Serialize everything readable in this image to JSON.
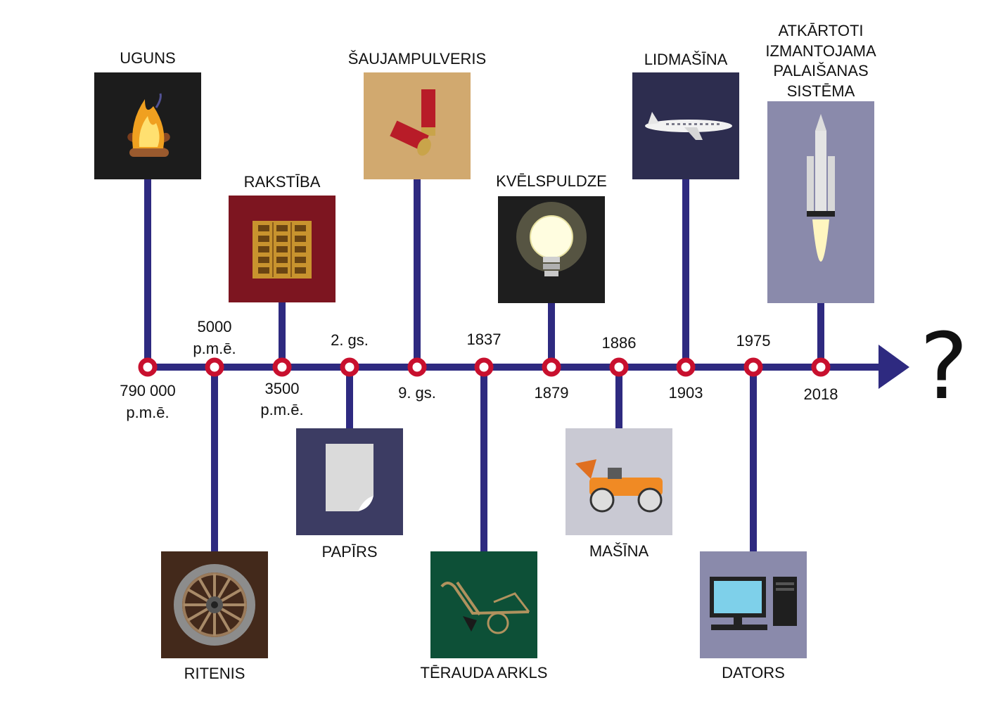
{
  "colors": {
    "line": "#2e2a80",
    "node_ring": "#c8102e",
    "node_fill": "#ffffff",
    "text": "#111111"
  },
  "end_symbol": "?",
  "events": [
    {
      "id": "fire",
      "date": "790 000 p.m.ē.",
      "title": "UGUNS",
      "icon": "campfire-icon",
      "bg": "#1c1c1c"
    },
    {
      "id": "wheel",
      "date": "5000 p.m.ē.",
      "title": "RITENIS",
      "icon": "wooden-wheel-icon",
      "bg": "#43291b"
    },
    {
      "id": "writing",
      "date": "3500 p.m.ē.",
      "title": "RAKSTĪBA",
      "icon": "hieroglyph-tablet-icon",
      "bg": "#7d1520"
    },
    {
      "id": "paper",
      "date": "2. gs.",
      "title": "PAPĪRS",
      "icon": "paper-sheet-icon",
      "bg": "#3c3c63"
    },
    {
      "id": "gunpowder",
      "date": "9. gs.",
      "title": "ŠAUJAMPULVERIS",
      "icon": "shotgun-shell-icon",
      "bg": "#d1a96f"
    },
    {
      "id": "plow",
      "date": "1837",
      "title": "TĒRAUDA ARKLS",
      "icon": "plow-icon",
      "bg": "#0d5037"
    },
    {
      "id": "bulb",
      "date": "1879",
      "title": "KVĒLSPULDZE",
      "icon": "light-bulb-icon",
      "bg": "#1e1e1e"
    },
    {
      "id": "car",
      "date": "1886",
      "title": "MAŠĪNA",
      "icon": "vintage-car-icon",
      "bg": "#c9c9d3"
    },
    {
      "id": "airplane",
      "date": "1903",
      "title": "LIDMAŠĪNA",
      "icon": "airplane-icon",
      "bg": "#2d2d4f"
    },
    {
      "id": "computer",
      "date": "1975",
      "title": "DATORS",
      "icon": "computer-icon",
      "bg": "#8a8aab"
    },
    {
      "id": "rocket",
      "date": "2018",
      "title": "ATKĀRTOTI IZMANTOJAMA PALAIŠANAS SISTĒMA",
      "icon": "rocket-icon",
      "bg": "#8a8aab"
    }
  ]
}
